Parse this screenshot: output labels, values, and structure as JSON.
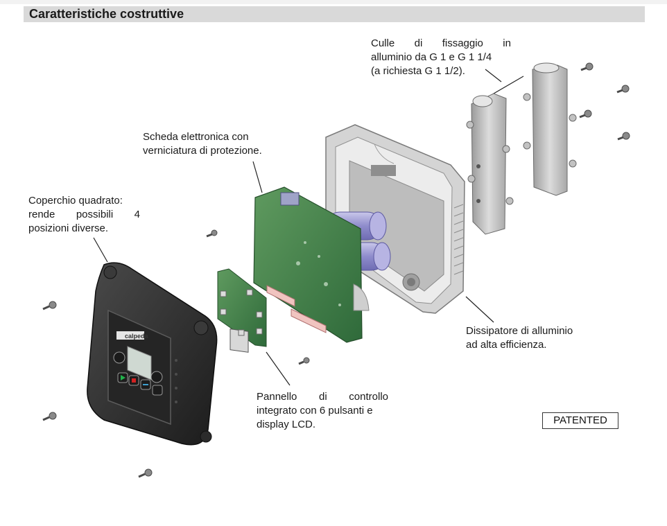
{
  "header": {
    "title": "Caratteristiche costruttive"
  },
  "callouts": {
    "culle": [
      "Culle di fissaggio in",
      "alluminio da G 1 e G 1 1/4",
      "(a richiesta G 1 1/2)."
    ],
    "scheda": [
      "Scheda elettronica con",
      "verniciatura di protezione."
    ],
    "coperchio": [
      "Coperchio quadrato:",
      "rende possibili 4",
      "posizioni diverse."
    ],
    "dissipatore": [
      "Dissipatore di alluminio",
      "ad alta efficienza."
    ],
    "pannello": [
      "Pannello di controllo",
      "integrato con 6 pulsanti e",
      "display LCD."
    ]
  },
  "badge": {
    "label": "PATENTED"
  },
  "device": {
    "brand": "calpeda"
  }
}
